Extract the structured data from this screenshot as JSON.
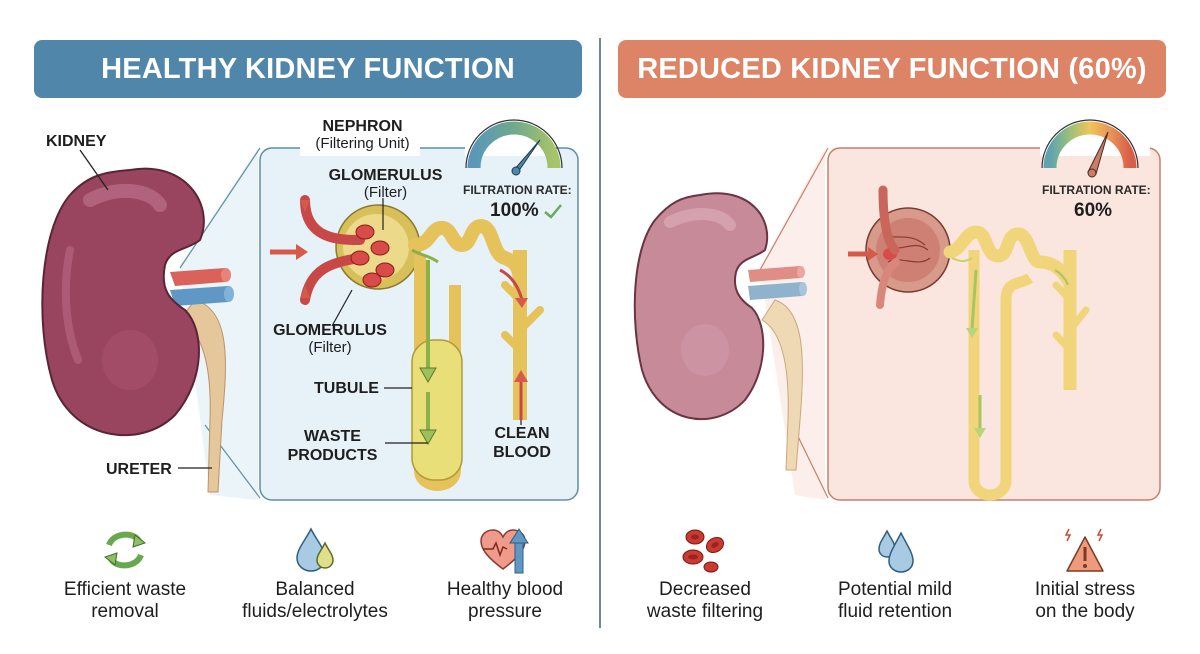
{
  "left": {
    "title": "HEALTHY KIDNEY FUNCTION",
    "accent": "#4f86aa",
    "labels": {
      "kidney": "KIDNEY",
      "ureter": "URETER",
      "nephron": "NEPHRON",
      "nephron_sub": "(Filtering Unit)",
      "glomerulus_top": "GLOMERULUS",
      "glomerulus_top_sub": "(Filter)",
      "glomerulus_bottom": "GLOMERULUS",
      "glomerulus_bottom_sub": "(Filter)",
      "tubule": "TUBULE",
      "waste_line1": "WASTE",
      "waste_line2": "PRODUCTS",
      "clean_line1": "CLEAN",
      "clean_line2": "BLOOD"
    },
    "gauge": {
      "label": "FILTRATION RATE:",
      "value": "100%",
      "status_icon": "checkmark-icon"
    },
    "benefits": [
      {
        "icon": "recycle-arrows-icon",
        "line1": "Efficient waste",
        "line2": "removal"
      },
      {
        "icon": "water-drops-icon",
        "line1": "Balanced",
        "line2": "fluids/electrolytes"
      },
      {
        "icon": "heart-pressure-up-icon",
        "line1": "Healthy blood",
        "line2": "pressure"
      }
    ]
  },
  "right": {
    "title": "REDUCED KIDNEY FUNCTION (60%)",
    "accent": "#dd8466",
    "gauge": {
      "label": "FILTRATION RATE:",
      "value": "60%"
    },
    "benefits": [
      {
        "icon": "red-blood-cells-icon",
        "line1": "Decreased",
        "line2": "waste filtering"
      },
      {
        "icon": "water-drops-icon",
        "line1": "Potential mild",
        "line2": "fluid retention"
      },
      {
        "icon": "warning-triangle-icon",
        "line1": "Initial stress",
        "line2": "on the body"
      }
    ]
  }
}
